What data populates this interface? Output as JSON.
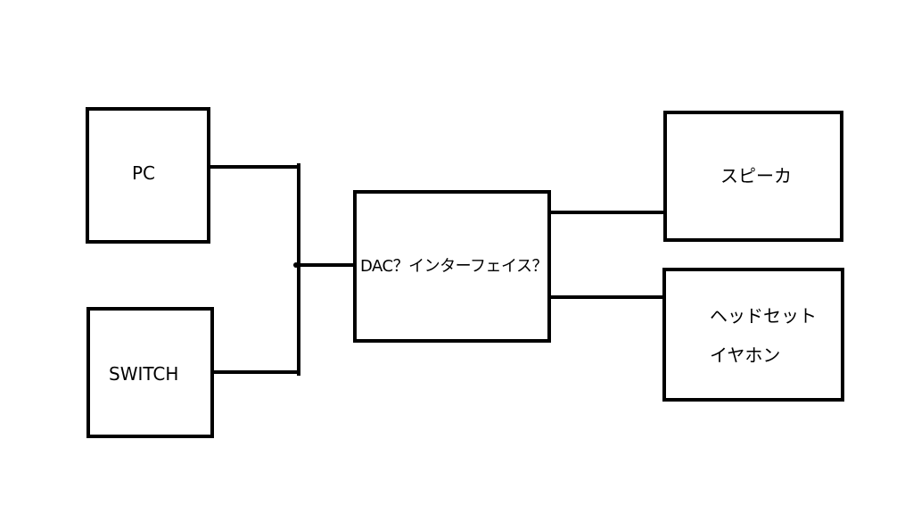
{
  "nodes": {
    "pc": {
      "label": "PC"
    },
    "switch": {
      "label": "SWITCH"
    },
    "dac": {
      "label": "DAC？インターフェイス？"
    },
    "speaker": {
      "label": "スピーカ"
    },
    "headset": {
      "line1": "ヘッドセット",
      "line2": "イヤホン"
    }
  },
  "colors": {
    "stroke": "#000000",
    "background": "#ffffff"
  }
}
